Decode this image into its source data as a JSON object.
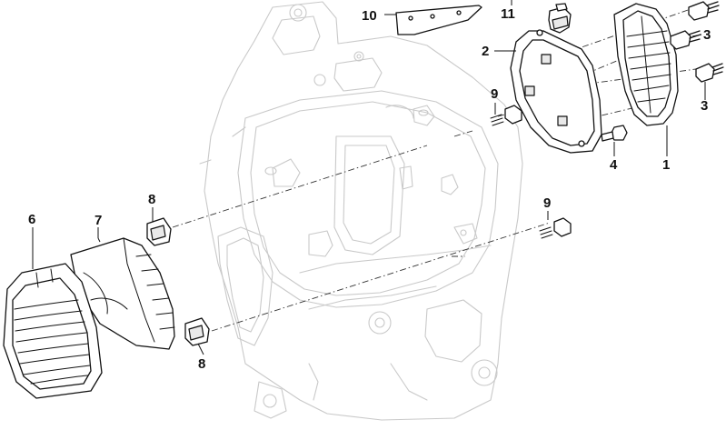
{
  "callouts": {
    "c10": "10",
    "c11": "11",
    "c2": "2",
    "c3a": "3",
    "c3b": "3",
    "c9a": "9",
    "c4": "4",
    "c1": "1",
    "c6": "6",
    "c7": "7",
    "c8a": "8",
    "c9b": "9",
    "c8b": "8"
  },
  "colors": {
    "part_outline": "#111111",
    "ghost_frame": "#c9c9c9",
    "background": "#ffffff"
  }
}
